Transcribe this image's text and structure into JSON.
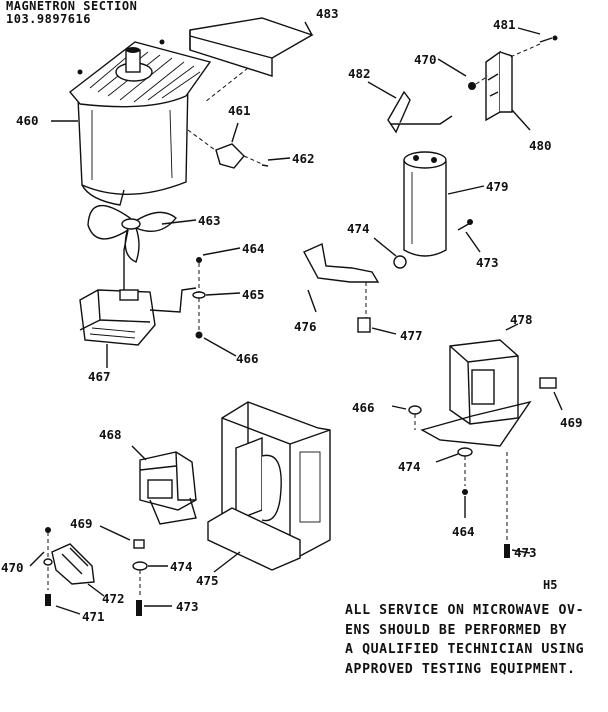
{
  "header": {
    "title": "MAGNETRON SECTION",
    "number": "103.9897616"
  },
  "parts": [
    {
      "key": "p483",
      "label": "483"
    },
    {
      "key": "p481",
      "label": "481"
    },
    {
      "key": "p470a",
      "label": "470"
    },
    {
      "key": "p482",
      "label": "482"
    },
    {
      "key": "p460",
      "label": "460"
    },
    {
      "key": "p461",
      "label": "461"
    },
    {
      "key": "p480",
      "label": "480"
    },
    {
      "key": "p462",
      "label": "462"
    },
    {
      "key": "p479",
      "label": "479"
    },
    {
      "key": "p463",
      "label": "463"
    },
    {
      "key": "p474a",
      "label": "474"
    },
    {
      "key": "p464a",
      "label": "464"
    },
    {
      "key": "p473a",
      "label": "473"
    },
    {
      "key": "p465",
      "label": "465"
    },
    {
      "key": "p476",
      "label": "476"
    },
    {
      "key": "p477",
      "label": "477"
    },
    {
      "key": "p478",
      "label": "478"
    },
    {
      "key": "p466a",
      "label": "466"
    },
    {
      "key": "p467",
      "label": "467"
    },
    {
      "key": "p466b",
      "label": "466"
    },
    {
      "key": "p469a",
      "label": "469"
    },
    {
      "key": "p468",
      "label": "468"
    },
    {
      "key": "p474b",
      "label": "474"
    },
    {
      "key": "p464b",
      "label": "464"
    },
    {
      "key": "p469b",
      "label": "469"
    },
    {
      "key": "p470b",
      "label": "470"
    },
    {
      "key": "p474c",
      "label": "474"
    },
    {
      "key": "p475",
      "label": "475"
    },
    {
      "key": "p473b",
      "label": "473"
    },
    {
      "key": "p472",
      "label": "472"
    },
    {
      "key": "p473c",
      "label": "473"
    },
    {
      "key": "p471",
      "label": "471"
    }
  ],
  "ref_mark": "H5",
  "notice": [
    "ALL SERVICE ON MICROWAVE OV-",
    "ENS SHOULD BE PERFORMED BY",
    "A QUALIFIED TECHNICIAN USING",
    "APPROVED TESTING EQUIPMENT."
  ]
}
